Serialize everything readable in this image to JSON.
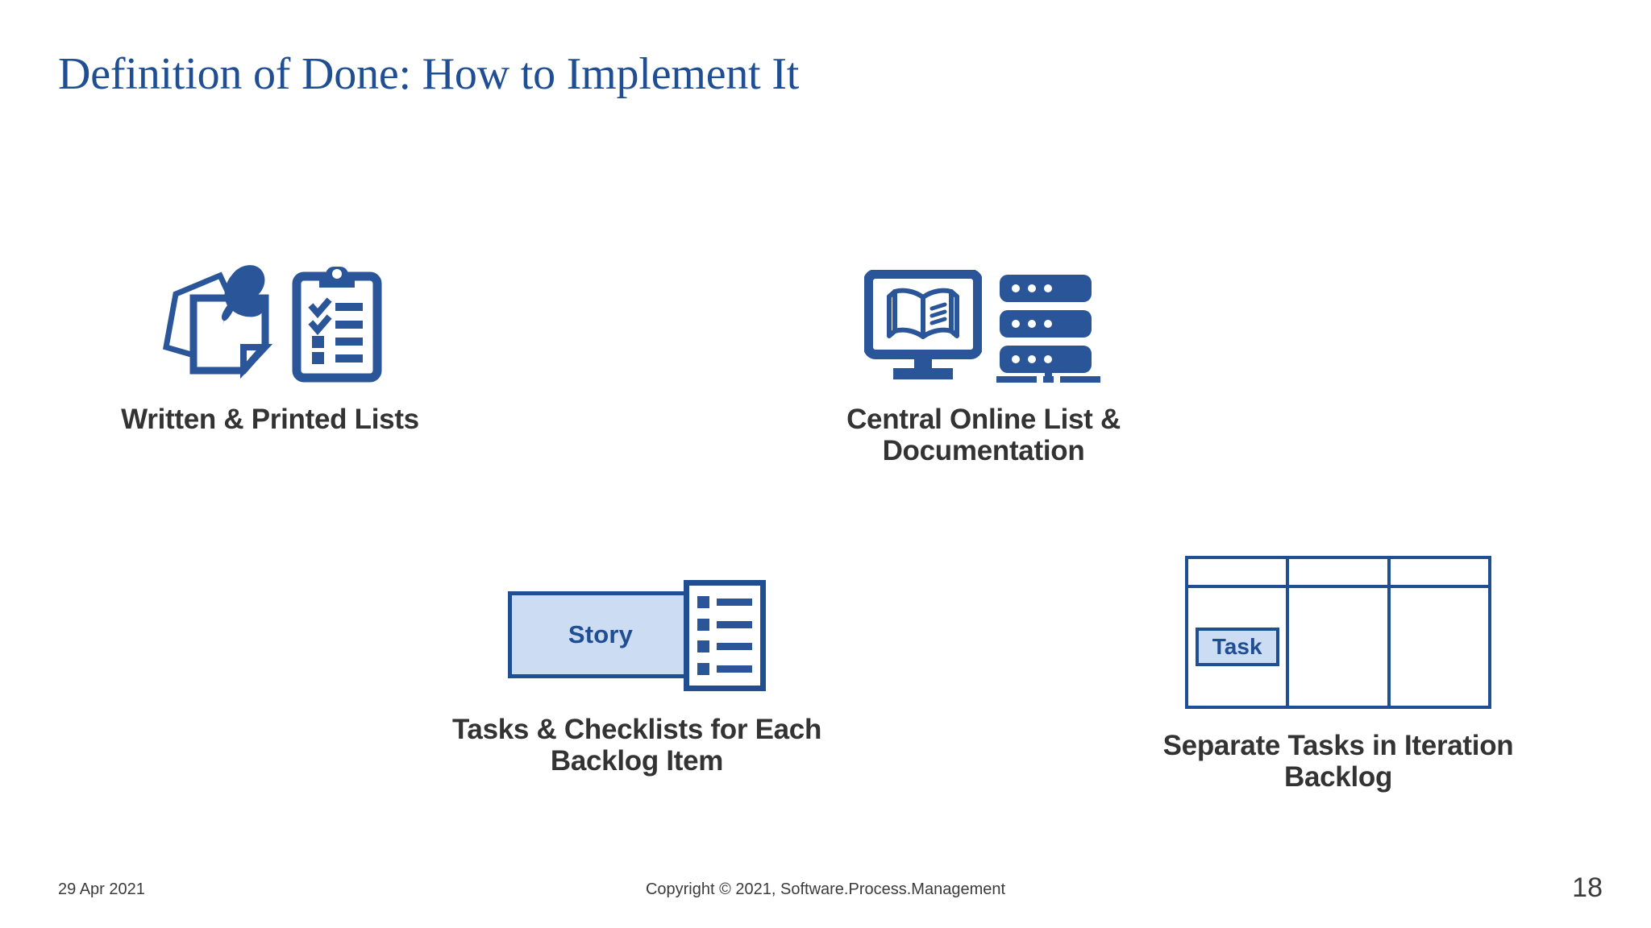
{
  "slide": {
    "title": "Definition of Done: How to Implement It",
    "page_number": "18",
    "background_color": "#FFFFFF",
    "accent_color": "#1F4E93",
    "icon_color": "#2A5699",
    "fill_light_blue": "#CBDCF3",
    "text_color": "#333333"
  },
  "items": [
    {
      "key": "written-printed-lists",
      "label": "Written & Printed Lists",
      "icons": [
        "sticky-notes-pushpin-icon",
        "clipboard-checklist-icon"
      ]
    },
    {
      "key": "central-online-list",
      "label": "Central Online List & Documentation",
      "icons": [
        "monitor-book-icon",
        "server-stack-icon"
      ]
    },
    {
      "key": "tasks-checklists",
      "label": "Tasks & Checklists for Each Backlog Item",
      "icons": [
        "story-card-checklist-icon"
      ],
      "story_card": {
        "text": "Story",
        "checklist_rows": 4
      }
    },
    {
      "key": "separate-tasks",
      "label": "Separate Tasks in Iteration Backlog",
      "icons": [
        "iteration-backlog-board-icon"
      ],
      "board": {
        "columns": 3,
        "task_card_text": "Task"
      }
    }
  ],
  "footer": {
    "date": "29 Apr 2021",
    "copyright": "Copyright © 2021, Software.Process.Management"
  }
}
